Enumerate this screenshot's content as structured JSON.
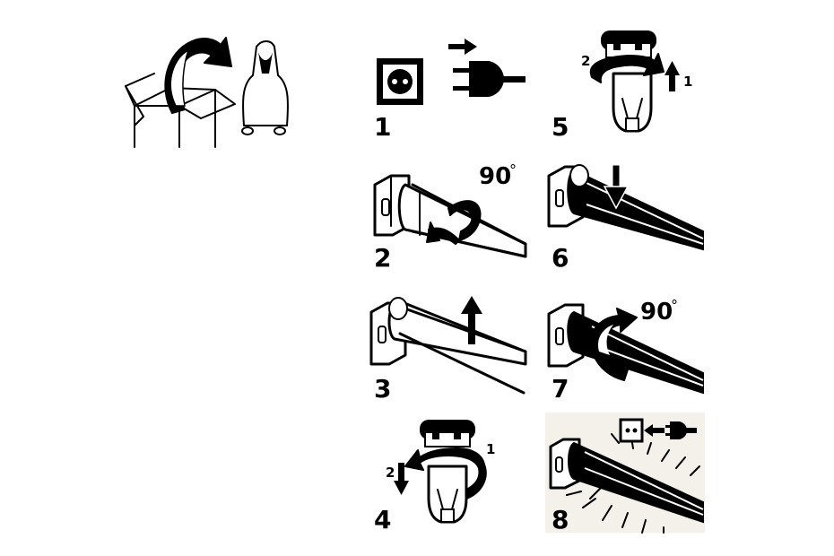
{
  "steps": {
    "s1": "1",
    "s2": "2",
    "s3": "3",
    "s4": "4",
    "s5": "5",
    "s6": "6",
    "s7": "7",
    "s8": "8"
  },
  "sub_labels": {
    "step4_first": "1",
    "step4_second": "2",
    "step5_first": "1",
    "step5_second": "2"
  },
  "angles": {
    "step2": "90",
    "step7": "90",
    "degree_symbol": "°"
  }
}
